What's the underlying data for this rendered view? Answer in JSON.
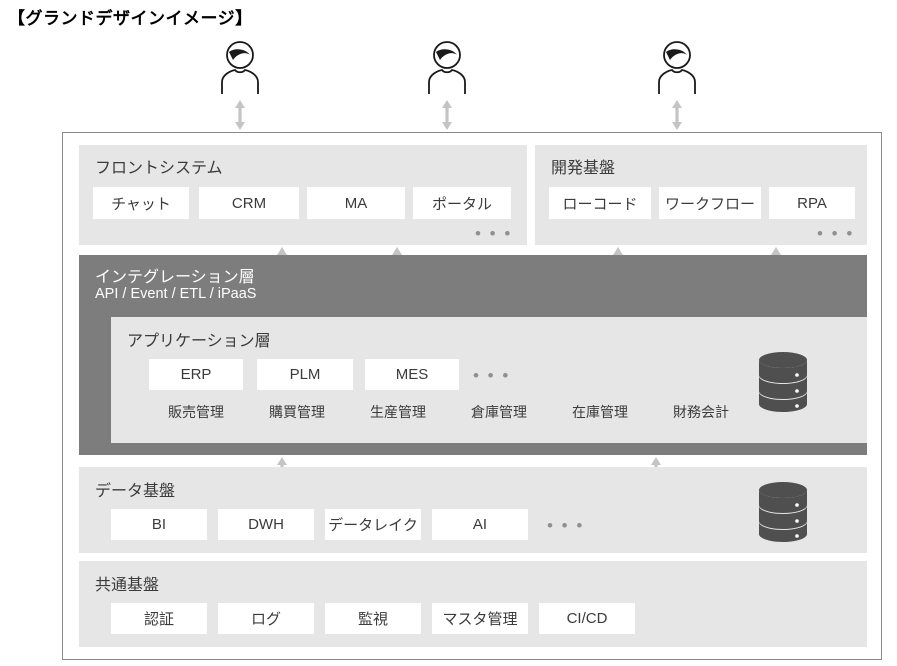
{
  "title": "【グランドデザインイメージ】",
  "actors": [
    {
      "name": "actor-left"
    },
    {
      "name": "actor-center"
    },
    {
      "name": "actor-right"
    }
  ],
  "front_system": {
    "title": "フロントシステム",
    "items": [
      "チャット",
      "CRM",
      "MA",
      "ポータル"
    ],
    "ellipsis": "• • •"
  },
  "dev_platform": {
    "title": "開発基盤",
    "items": [
      "ローコード",
      "ワークフロー",
      "RPA"
    ],
    "ellipsis": "• • •"
  },
  "integration_layer": {
    "title": "インテグレーション層",
    "subtitle": "API / Event / ETL / iPaaS"
  },
  "application_layer": {
    "title": "アプリケーション層",
    "systems": [
      "ERP",
      "PLM",
      "MES"
    ],
    "ellipsis": "• • •",
    "functions": [
      "販売管理",
      "購買管理",
      "生産管理",
      "倉庫管理",
      "在庫管理",
      "財務会計"
    ],
    "db_icon": "database-icon"
  },
  "data_platform": {
    "title": "データ基盤",
    "items": [
      "BI",
      "DWH",
      "データレイク",
      "AI"
    ],
    "ellipsis": "• • •",
    "db_icon": "database-icon"
  },
  "common_platform": {
    "title": "共通基盤",
    "items": [
      "認証",
      "ログ",
      "監視",
      "マスタ管理",
      "CI/CD"
    ]
  },
  "colors": {
    "panel_gray": "#e6e6e6",
    "integration_gray": "#7d7d7d",
    "chip_white": "#ffffff",
    "frame_border": "#8a8a8a",
    "arrow_gray": "#c4c4c4",
    "text_dark": "#3b3b3b",
    "db_icon_gray": "#4f4f4f"
  }
}
